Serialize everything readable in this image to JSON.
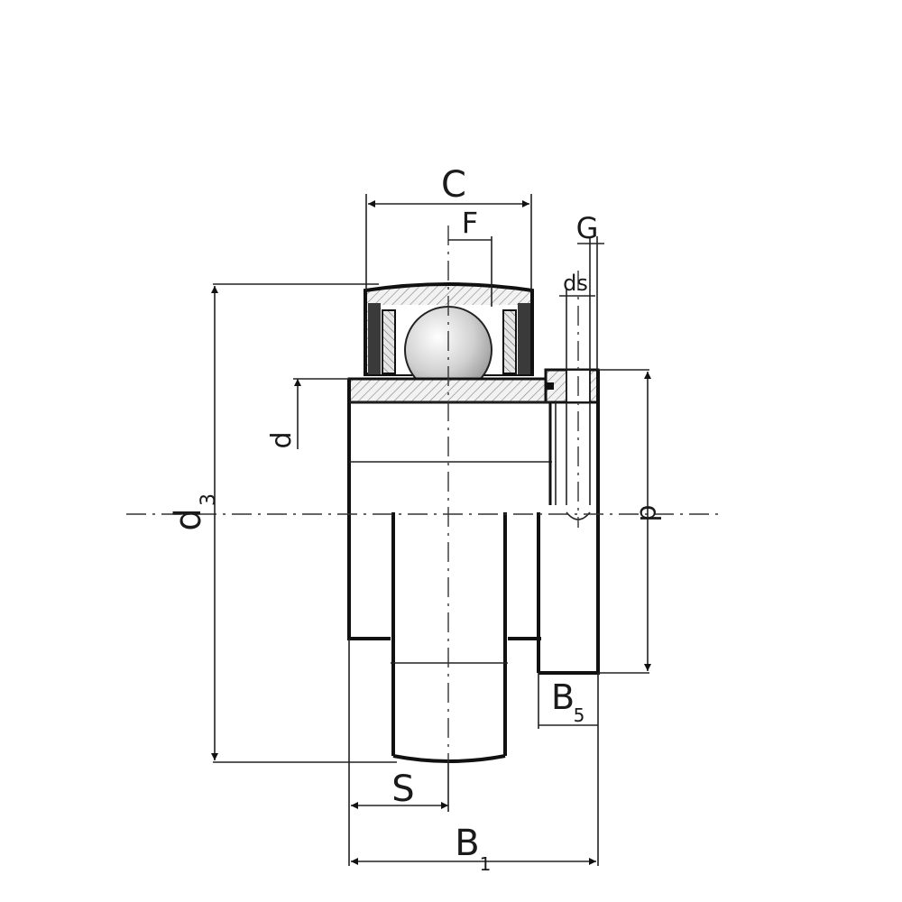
{
  "labels": {
    "C": "C",
    "F": "F",
    "G": "G",
    "ds": "ds",
    "d_left": "d",
    "d3_main": "d",
    "d3_sub": "3",
    "D_right": "d",
    "B5_main": "B",
    "B5_sub": "5",
    "S": "S",
    "B1_main": "B",
    "B1_sub": "1"
  },
  "colors": {
    "line": "#111111",
    "hatch": "#8a8a8a",
    "ball_light": "#ffffff",
    "ball_dark": "#9a9a9a"
  }
}
